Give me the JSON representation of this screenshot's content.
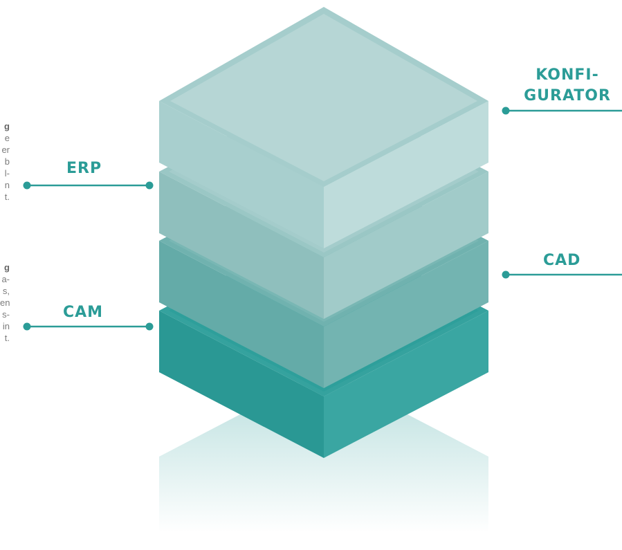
{
  "labels": {
    "konfigurator_line1": "KONFI-",
    "konfigurator_line2": "GURATOR",
    "erp": "ERP",
    "cad": "CAD",
    "cam": "CAM"
  },
  "cut_text_1": [
    "g",
    "e",
    "er",
    "b",
    "l-",
    "n",
    "t."
  ],
  "cut_text_2": [
    "g",
    "a-",
    "s,",
    "en",
    "s-",
    "in",
    "t."
  ],
  "colors": {
    "accent": "#2b9c97",
    "layer_top": "#b8d7d6",
    "layer_2": "#9ec8c6",
    "layer_3": "#74b3b0",
    "layer_bottom": "#2e9f9b"
  }
}
